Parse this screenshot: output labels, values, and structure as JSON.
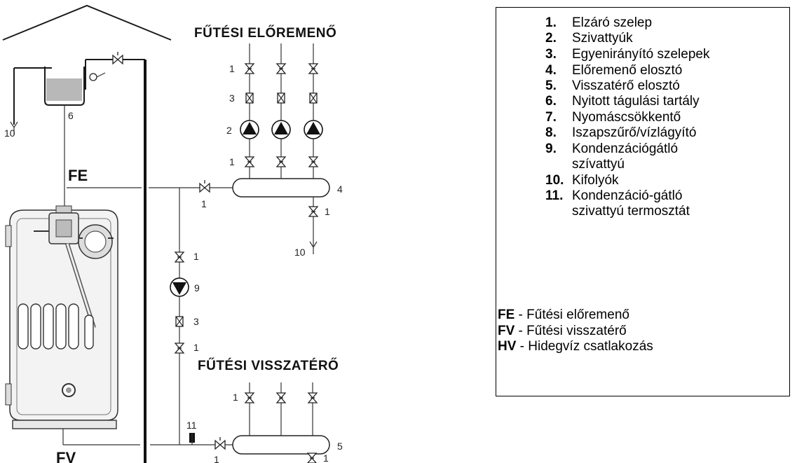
{
  "diagram": {
    "supply_header": "FŰTÉSI ELŐREMENŐ",
    "return_header": "FŰTÉSI VISSZATÉRŐ",
    "fe": "FE",
    "fv": "FV",
    "labels": {
      "n1": "1",
      "n2": "2",
      "n3": "3",
      "n4": "4",
      "n5": "5",
      "n6": "6",
      "n9": "9",
      "n10": "10",
      "n11": "11"
    }
  },
  "legend": {
    "items": [
      {
        "num": "1.",
        "text": "Elzáró szelep"
      },
      {
        "num": "2.",
        "text": "Szivattyúk"
      },
      {
        "num": "3.",
        "text": "Egyenirányító szelepek"
      },
      {
        "num": "4.",
        "text": "Előremenő elosztó"
      },
      {
        "num": "5.",
        "text": "Visszatérő elosztó"
      },
      {
        "num": "6.",
        "text": "Nyitott tágulási tartály"
      },
      {
        "num": "7.",
        "text": "Nyomáscsökkentő"
      },
      {
        "num": "8.",
        "text": "Iszapszűrő/vízlágyító"
      },
      {
        "num": "9.",
        "text": "Kondenzációgátló",
        "cont": "szívattyú"
      },
      {
        "num": "10.",
        "text": "Kifolyók"
      },
      {
        "num": "11.",
        "text": "Kondenzáció-gátló",
        "cont": "szivattyú termosztát"
      }
    ],
    "abbrev": [
      {
        "code": "FE",
        "text": " - Fűtési előremenő"
      },
      {
        "code": "FV",
        "text": " - Fűtési visszatérő"
      },
      {
        "code": "HV",
        "text": " - Hidegvíz csatlakozás"
      }
    ]
  }
}
